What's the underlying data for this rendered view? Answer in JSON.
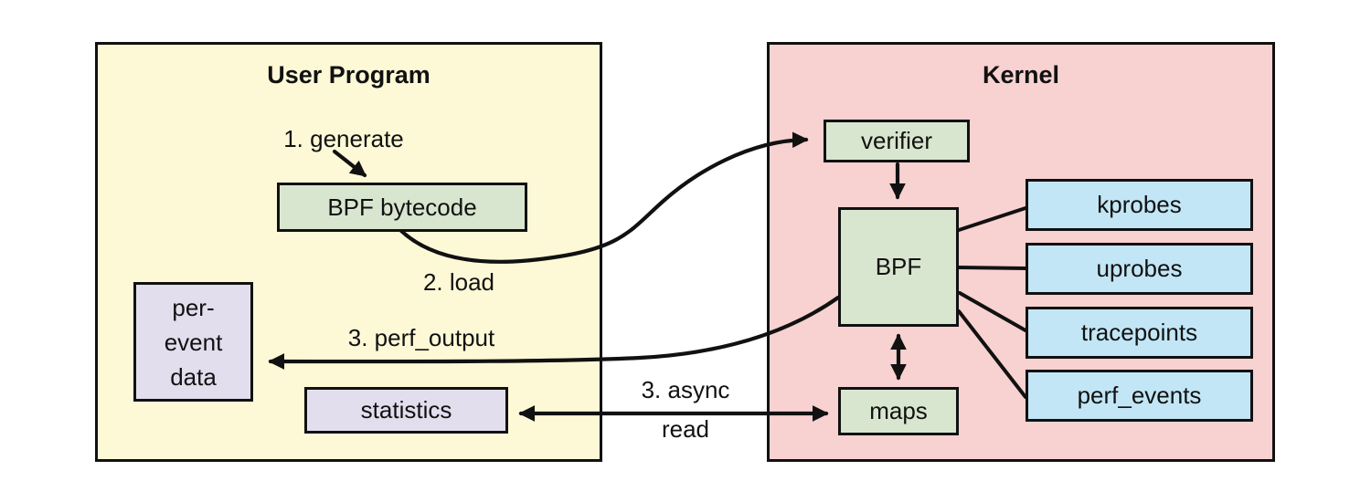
{
  "colors": {
    "page_bg": "#ffffff",
    "user_program_fill": "#fdf9d7",
    "kernel_fill": "#f8d1d1",
    "green_fill": "#d8e6cf",
    "blue_fill": "#c2e6f6",
    "lavender_fill": "#e2deed",
    "line": "#111111"
  },
  "user_program": {
    "title": "User Program",
    "bpf_bytecode": "BPF bytecode",
    "per_event_data_lines": [
      "per-",
      "event",
      "data"
    ],
    "statistics": "statistics"
  },
  "kernel": {
    "title": "Kernel",
    "verifier": "verifier",
    "bpf": "BPF",
    "maps": "maps",
    "events": [
      "kprobes",
      "uprobes",
      "tracepoints",
      "perf_events"
    ]
  },
  "labels": {
    "generate": "1. generate",
    "load": "2. load",
    "perf_output": "3. perf_output",
    "async_read": [
      "3. async",
      "read"
    ]
  }
}
